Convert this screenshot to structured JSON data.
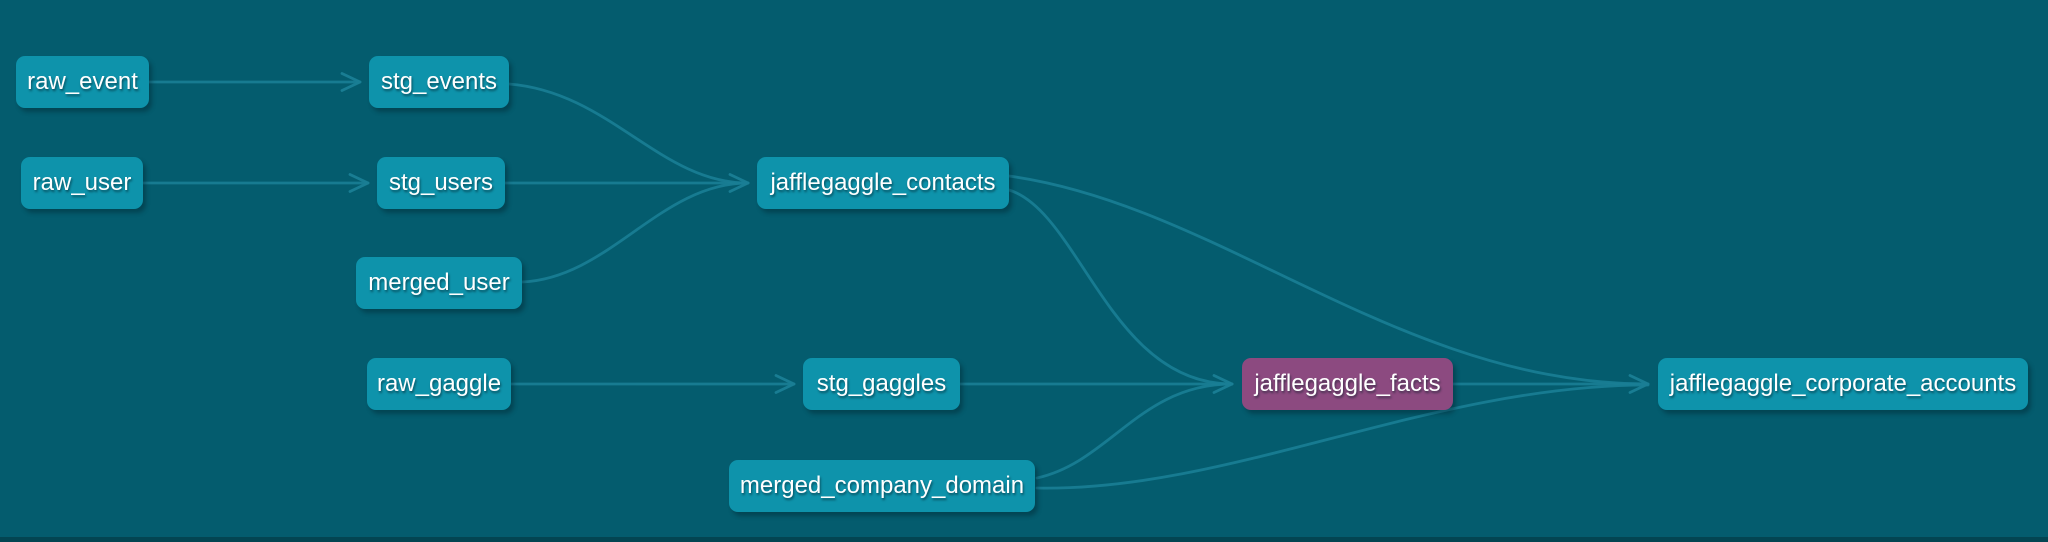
{
  "diagram": {
    "type": "lineage-dag",
    "nodes": [
      {
        "id": "raw_event",
        "label": "raw_event",
        "highlighted": false
      },
      {
        "id": "stg_events",
        "label": "stg_events",
        "highlighted": false
      },
      {
        "id": "raw_user",
        "label": "raw_user",
        "highlighted": false
      },
      {
        "id": "stg_users",
        "label": "stg_users",
        "highlighted": false
      },
      {
        "id": "jafflegaggle_contacts",
        "label": "jafflegaggle_contacts",
        "highlighted": false
      },
      {
        "id": "merged_user",
        "label": "merged_user",
        "highlighted": false
      },
      {
        "id": "raw_gaggle",
        "label": "raw_gaggle",
        "highlighted": false
      },
      {
        "id": "stg_gaggles",
        "label": "stg_gaggles",
        "highlighted": false
      },
      {
        "id": "jafflegaggle_facts",
        "label": "jafflegaggle_facts",
        "highlighted": true
      },
      {
        "id": "jafflegaggle_corporate_accounts",
        "label": "jafflegaggle_corporate_accounts",
        "highlighted": false
      },
      {
        "id": "merged_company_domain",
        "label": "merged_company_domain",
        "highlighted": false
      }
    ],
    "edges": [
      {
        "from": "raw_event",
        "to": "stg_events"
      },
      {
        "from": "raw_user",
        "to": "stg_users"
      },
      {
        "from": "stg_events",
        "to": "jafflegaggle_contacts"
      },
      {
        "from": "stg_users",
        "to": "jafflegaggle_contacts"
      },
      {
        "from": "merged_user",
        "to": "jafflegaggle_contacts"
      },
      {
        "from": "raw_gaggle",
        "to": "stg_gaggles"
      },
      {
        "from": "stg_gaggles",
        "to": "jafflegaggle_facts"
      },
      {
        "from": "jafflegaggle_contacts",
        "to": "jafflegaggle_facts"
      },
      {
        "from": "merged_company_domain",
        "to": "jafflegaggle_facts"
      },
      {
        "from": "jafflegaggle_contacts",
        "to": "jafflegaggle_corporate_accounts"
      },
      {
        "from": "merged_company_domain",
        "to": "jafflegaggle_corporate_accounts"
      },
      {
        "from": "jafflegaggle_facts",
        "to": "jafflegaggle_corporate_accounts"
      }
    ],
    "colors": {
      "background": "#045C6E",
      "node_fill": "#0E93AB",
      "highlighted_node_fill": "#8C4A80",
      "edge": "#1A7E95",
      "text": "#FFFFFF",
      "bottom_bar": "#03414D"
    }
  }
}
